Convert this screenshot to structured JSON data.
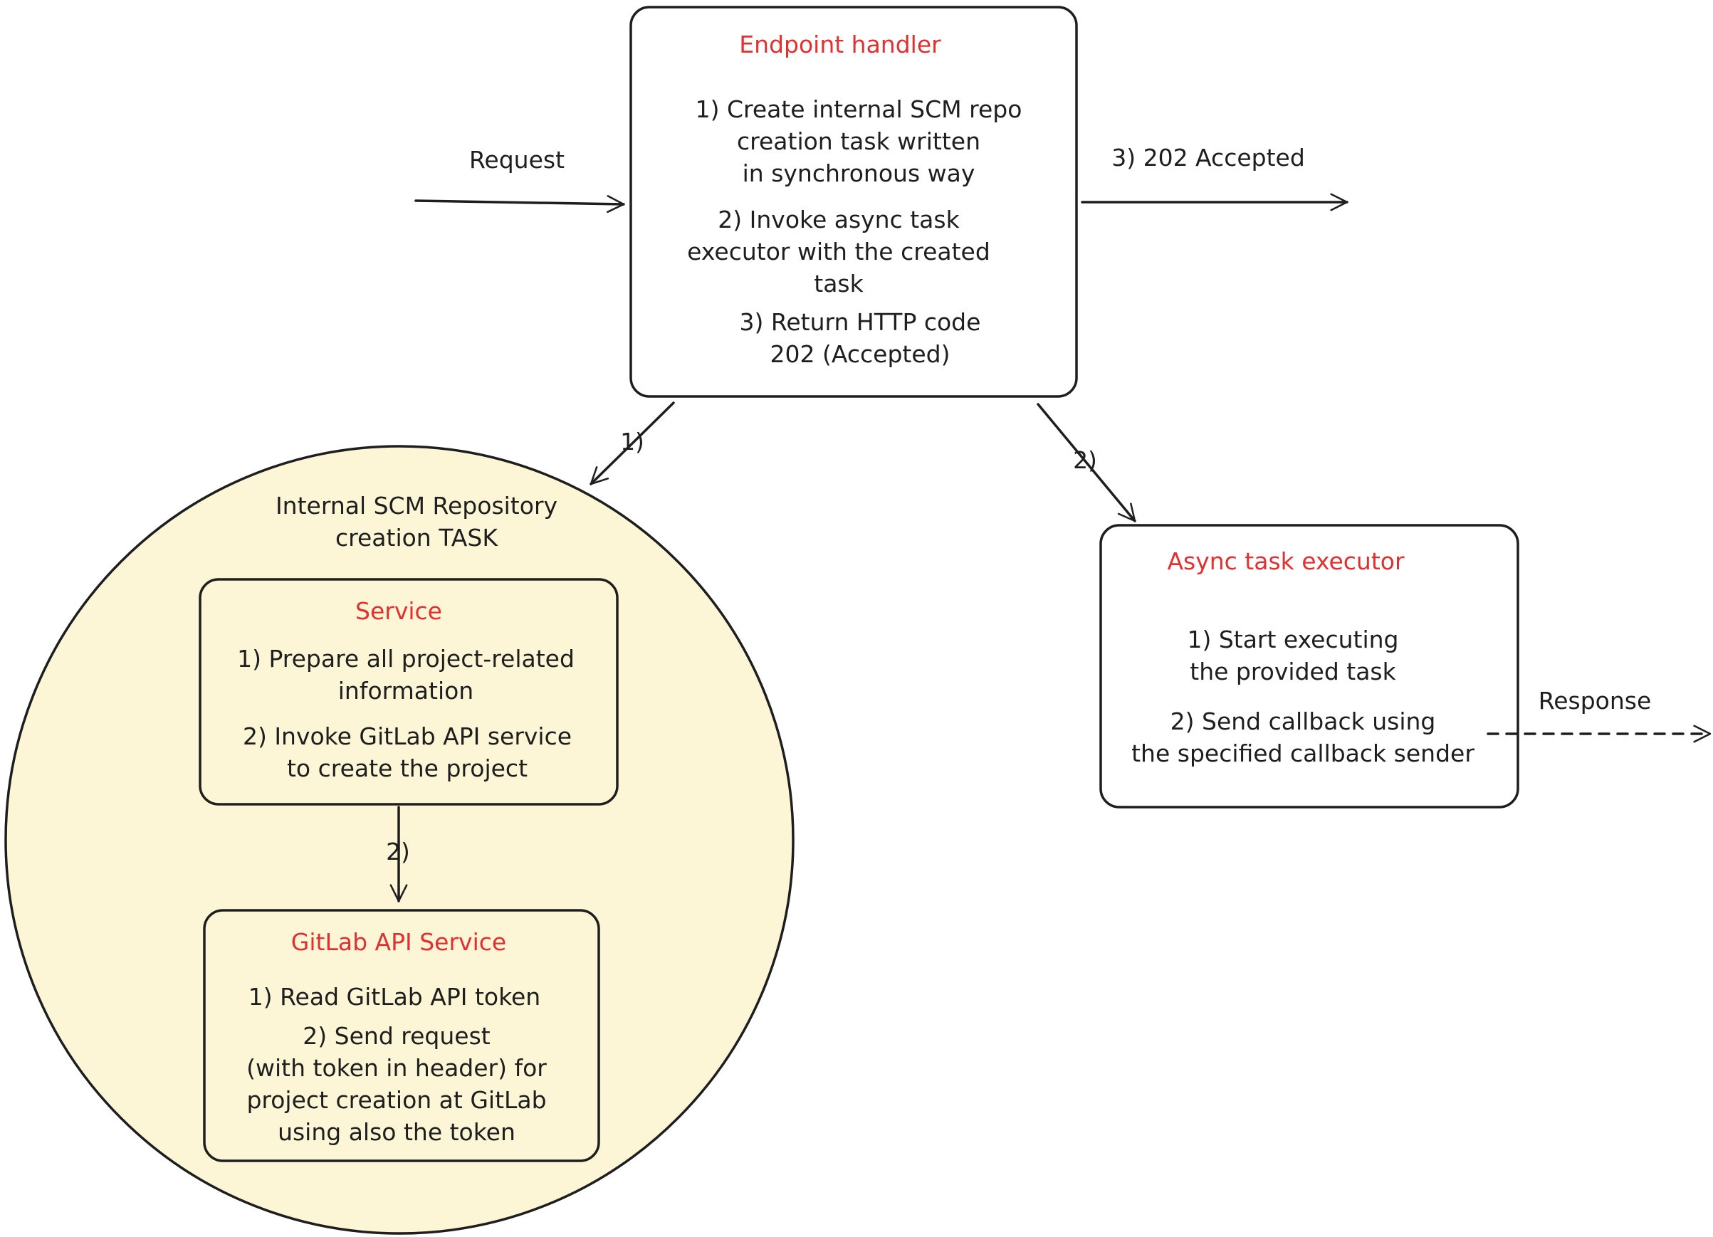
{
  "endpoint_handler": {
    "title": "Endpoint handler",
    "step1": [
      "1) Create internal SCM repo",
      "creation task written",
      "in synchronous way"
    ],
    "step2": [
      "2) Invoke async task",
      "executor with the created",
      "task"
    ],
    "step3": [
      "3) Return HTTP code",
      "202 (Accepted)"
    ]
  },
  "request_label": "Request",
  "accepted_label": "3) 202 Accepted",
  "edge_1_label": "1)",
  "edge_2_label": "2)",
  "task_circle": {
    "title": [
      "Internal SCM Repository",
      "creation TASK"
    ],
    "colors": {
      "fill": "#fdf6d6",
      "title_red": "#e03131"
    },
    "service": {
      "title": "Service",
      "step1": [
        "1) Prepare all project-related",
        "information"
      ],
      "step2": [
        "2) Invoke GitLab API service",
        "to create the project"
      ]
    },
    "edge_label": "2)",
    "gitlab_service": {
      "title": "GitLab API Service",
      "step1": [
        "1) Read GitLab API token"
      ],
      "step2": [
        "2) Send request",
        "(with token in header) for",
        "project creation at GitLab",
        "using also the token"
      ]
    }
  },
  "async_executor": {
    "title": "Async task executor",
    "step1": [
      "1) Start executing",
      "the provided task"
    ],
    "step2": [
      "2) Send callback using",
      "the specified callback sender"
    ]
  },
  "response_label": "Response"
}
